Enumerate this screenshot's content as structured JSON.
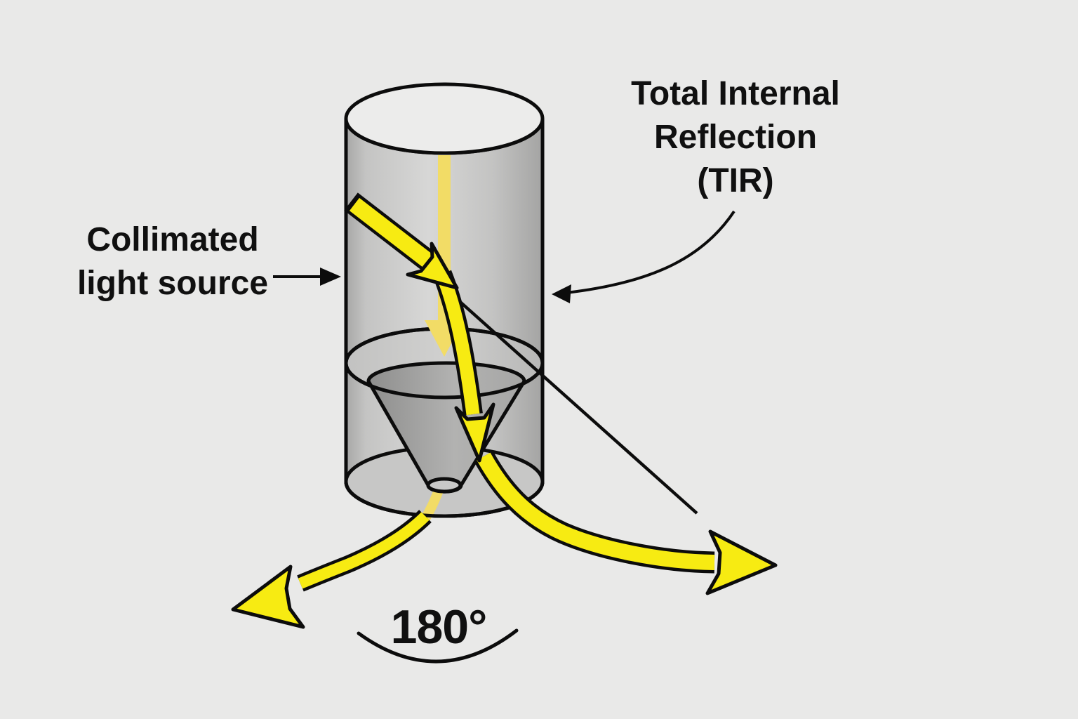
{
  "diagram_title": "Total Internal Reflection (TIR) optic diagram",
  "labels": {
    "collimated": {
      "line1": "Collimated",
      "line2": "light source"
    },
    "tir": {
      "line1": "Total Internal",
      "line2": "Reflection",
      "line3": "(TIR)"
    },
    "angle": "180°"
  },
  "colors": {
    "background": "#E9E9E8",
    "beam_bright_yellow": "#F7EB12",
    "beam_faded_yellow": "#F2DC66",
    "outline_black": "#0C0C0C",
    "glass_body_grey": "#C6C6C5",
    "cone_grey": "#9E9E9D",
    "top_face_grey": "#ECECEB"
  }
}
